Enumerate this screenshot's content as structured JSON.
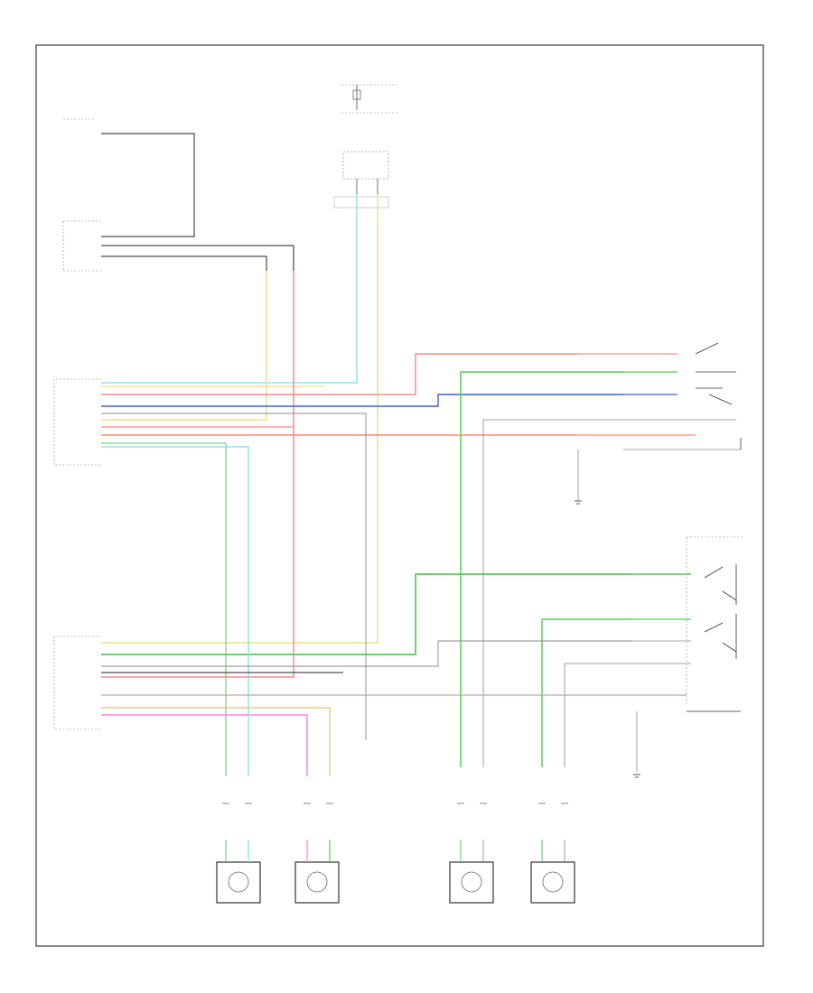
{
  "diagram": {
    "corner_label": "",
    "blocks": {
      "hot_at_all_times": {
        "lines": [
          "",
          "",
          ""
        ]
      },
      "fuse_splice": {
        "label": ""
      },
      "junction_block": {
        "lines": [
          "",
          "",
          ""
        ]
      },
      "upper_left_module": {
        "lines": [
          "",
          "",
          "",
          "",
          "",
          ""
        ]
      },
      "lower_left_connector": {
        "lines": [
          "",
          "",
          "",
          ""
        ]
      },
      "left_rear_switch": {
        "lines": [
          "",
          ""
        ]
      },
      "right_rear_switch": {
        "lines": [
          "",
          "",
          ""
        ]
      },
      "ground_upper": {
        "lines": [
          "",
          ""
        ]
      },
      "ground_lower": {
        "lines": [
          "",
          ""
        ]
      }
    },
    "driver_module": {
      "caption": [
        "",
        ""
      ],
      "pins": [
        "",
        "",
        "",
        "",
        "",
        "",
        "",
        "",
        "",
        ""
      ]
    },
    "passenger_module": {
      "caption": [
        "",
        ""
      ],
      "pins": [
        "",
        "",
        "",
        "",
        "",
        "",
        "",
        "",
        "",
        ""
      ]
    },
    "motors": [
      {
        "id": "lf",
        "labels": [
          "",
          "",
          "",
          ""
        ]
      },
      {
        "id": "rf",
        "labels": [
          "",
          "",
          "",
          ""
        ]
      },
      {
        "id": "lr",
        "labels": [
          "",
          "",
          "",
          ""
        ]
      },
      {
        "id": "rr",
        "labels": [
          "",
          "",
          "",
          ""
        ]
      }
    ],
    "wire_colors": {
      "yellow": "#f2e08a",
      "light_blue": "#8fe3ee",
      "red": "#ff8a8a",
      "blue": "#3a62d8",
      "green": "#57c957",
      "orange": "#ff8a6a",
      "pink": "#ff80e8",
      "tan": "#d8c27a",
      "gray": "#888888",
      "black": "#222222"
    }
  }
}
